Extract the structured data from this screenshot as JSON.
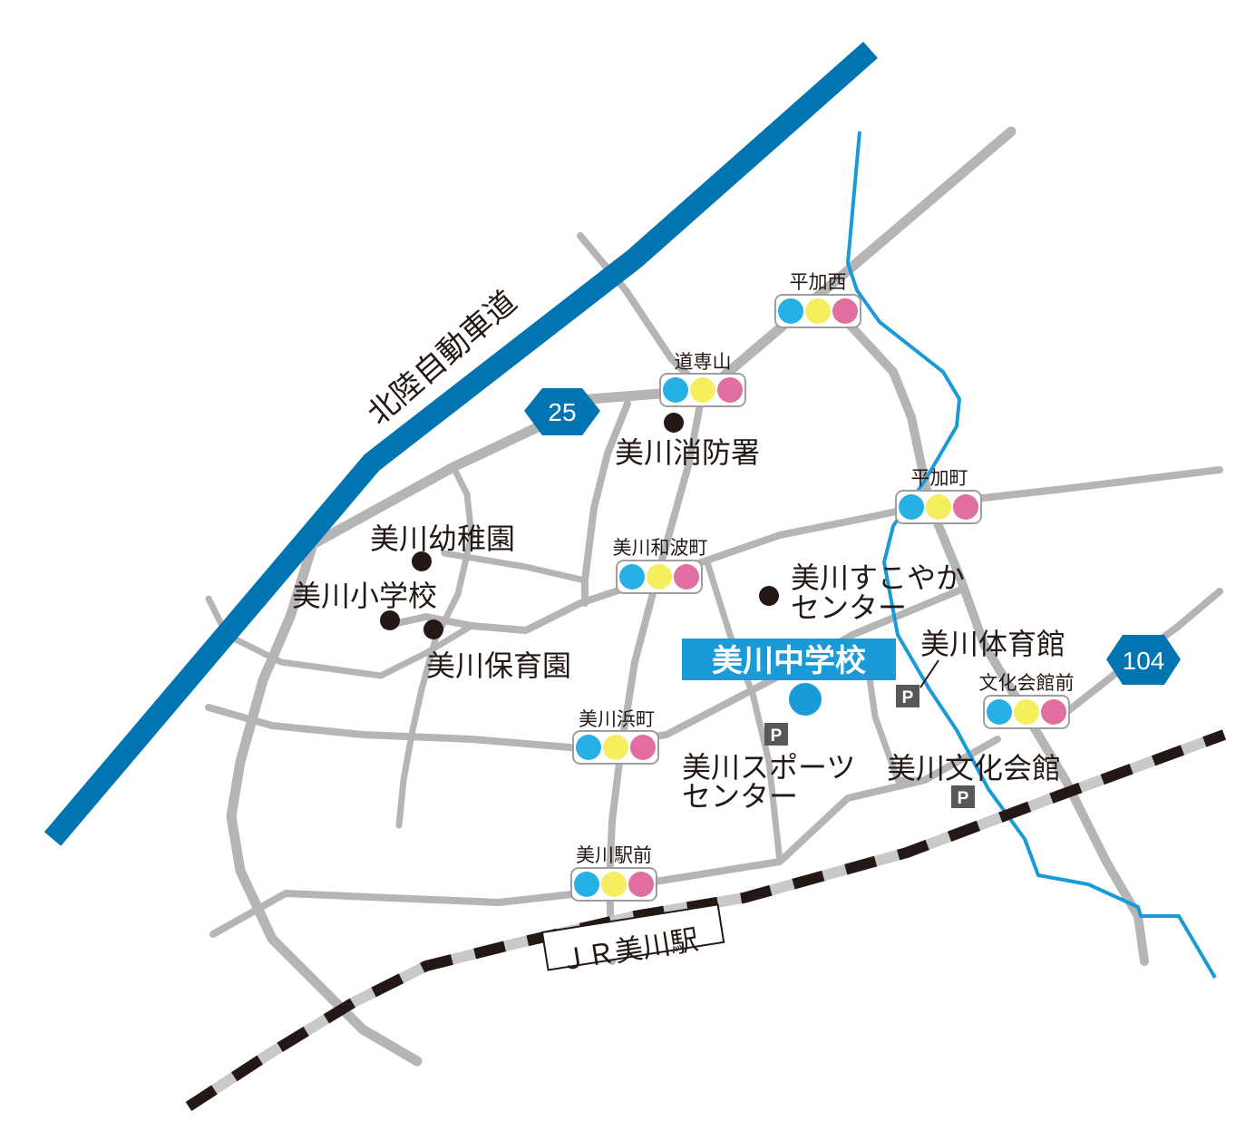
{
  "colors": {
    "road": "#b5b5b5",
    "highway": "#0075b2",
    "river": "#1a9ad6",
    "school": "#1a9ad6",
    "railway_dark": "#231815",
    "railway_light": "#c9c9c9",
    "signal_cyan": "#27b0e4",
    "signal_yellow": "#f5ee5e",
    "signal_magenta": "#e06ea0",
    "parking": "#595757"
  },
  "highway": {
    "label": "北陸自動車道"
  },
  "routes": [
    {
      "number": "25"
    },
    {
      "number": "104"
    }
  ],
  "intersections": [
    {
      "label": "平加西"
    },
    {
      "label": "道専山"
    },
    {
      "label": "平加町"
    },
    {
      "label": "美川和波町"
    },
    {
      "label": "文化会館前"
    },
    {
      "label": "美川浜町"
    },
    {
      "label": "美川駅前"
    }
  ],
  "landmarks": [
    {
      "label": "美川消防署"
    },
    {
      "label": "美川幼稚園"
    },
    {
      "label": "美川小学校"
    },
    {
      "label": "美川保育園"
    },
    {
      "label": "美川すこやか",
      "label2": "センター"
    },
    {
      "label": "美川体育館"
    },
    {
      "label": "美川スポーツ",
      "label2": "センター"
    },
    {
      "label": "美川文化会館"
    }
  ],
  "destination": {
    "label": "美川中学校"
  },
  "station": {
    "label": "ＪＲ美川駅"
  },
  "parking": {
    "label": "P"
  }
}
